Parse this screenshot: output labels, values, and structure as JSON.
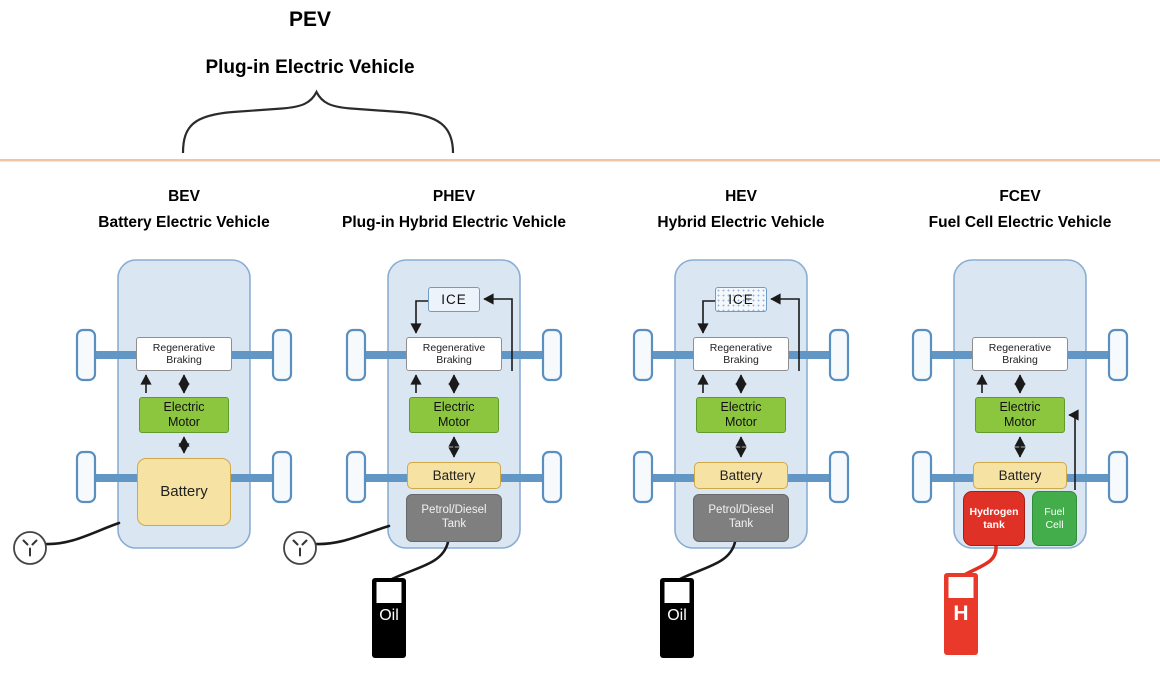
{
  "header": {
    "acronym": "PEV",
    "full_name": "Plug-in Electric Vehicle"
  },
  "vehicles": [
    {
      "acronym": "BEV",
      "full_name": "Battery Electric Vehicle"
    },
    {
      "acronym": "PHEV",
      "full_name": "Plug-in Hybrid Electric Vehicle"
    },
    {
      "acronym": "HEV",
      "full_name": "Hybrid Electric Vehicle"
    },
    {
      "acronym": "FCEV",
      "full_name": "Fuel Cell Electric Vehicle"
    }
  ],
  "components": {
    "ice": "ICE",
    "regen_line1": "Regenerative",
    "regen_line2": "Braking",
    "motor_line1": "Electric",
    "motor_line2": "Motor",
    "battery": "Battery",
    "tank_line1": "Petrol/Diesel",
    "tank_line2": "Tank",
    "hydrogen_line1": "Hydrogen",
    "hydrogen_line2": "tank",
    "fuelcell_line1": "Fuel",
    "fuelcell_line2": "Cell",
    "oil_pump_label": "Oil",
    "hydrogen_pump_label": "H"
  },
  "colors": {
    "car_body_fill": "#dbe6f3",
    "car_body_border": "#8aaed3",
    "axle_wheel_blue": "#6196c5",
    "electric_motor_green": "#8cc63f",
    "battery_yellow": "#f6e2a3",
    "fuel_tank_gray": "#7f7f7f",
    "hydrogen_tank_red": "#e03127",
    "fuel_cell_green": "#43ad4c",
    "oil_pump_black": "#000000",
    "hydrogen_pump_red": "#e8392b",
    "divider_salmon": "#f3c3a8"
  }
}
